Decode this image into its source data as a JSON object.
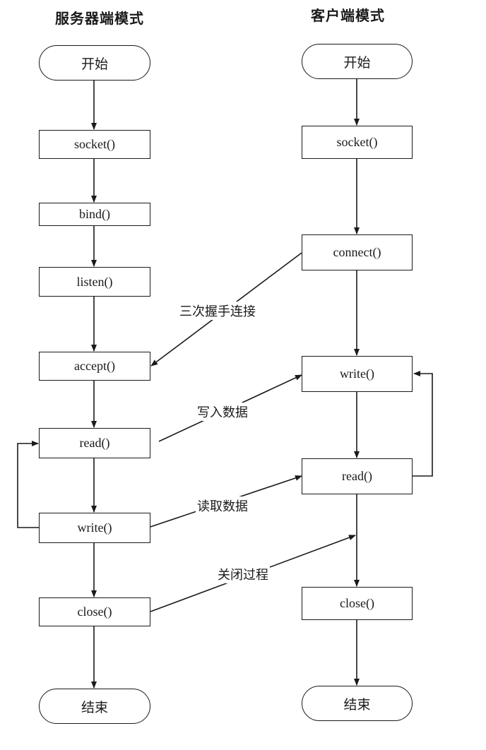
{
  "titles": {
    "server": "服务器端模式",
    "client": "客户端模式"
  },
  "server": {
    "start": "开始",
    "socket": "socket()",
    "bind": "bind()",
    "listen": "listen()",
    "accept": "accept()",
    "read": "read()",
    "write": "write()",
    "close": "close()",
    "end": "结束"
  },
  "client": {
    "start": "开始",
    "socket": "socket()",
    "connect": "connect()",
    "write": "write()",
    "read": "read()",
    "close": "close()",
    "end": "结束"
  },
  "edges": {
    "handshake": "三次握手连接",
    "write_data": "写入数据",
    "read_data": "读取数据",
    "close_process": "关闭过程"
  }
}
